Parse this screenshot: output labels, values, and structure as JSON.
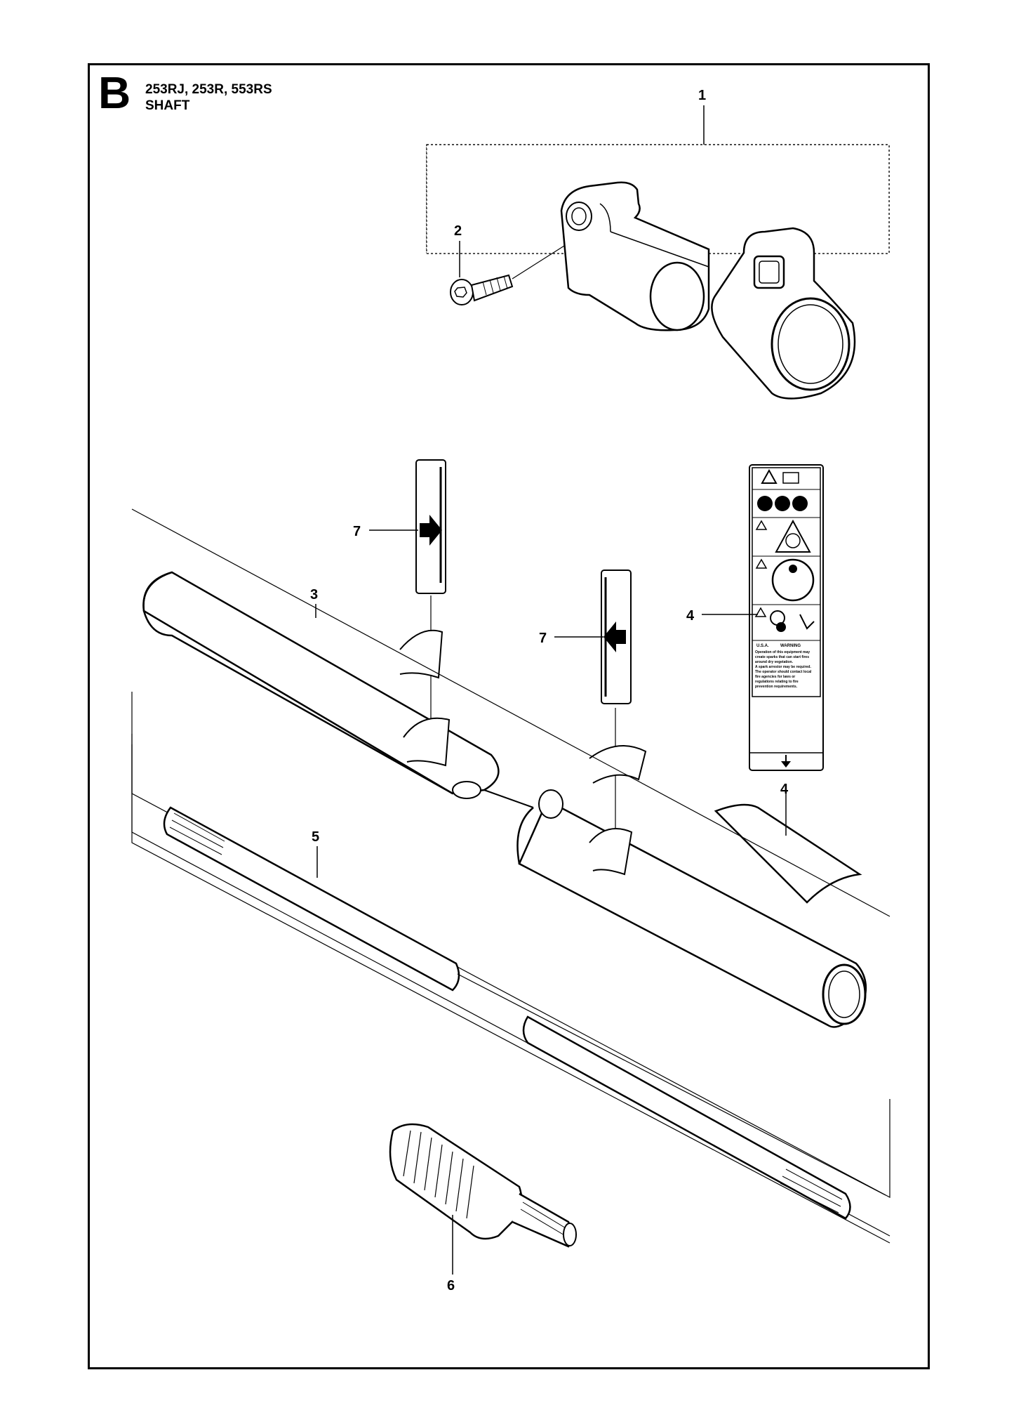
{
  "header": {
    "section_letter": "B",
    "models": "253RJ, 253R, 553RS",
    "title": "SHAFT"
  },
  "callouts": {
    "c1": "1",
    "c2": "2",
    "c3": "3",
    "c4a": "4",
    "c4b": "4",
    "c5": "5",
    "c6": "6",
    "c7a": "7",
    "c7b": "7"
  },
  "decal": {
    "brand_text": "U.S.A.",
    "warning_word": "WARNING",
    "warning_line1": "Operation of this equipment may",
    "warning_line2": "create sparks that can start fires",
    "warning_line3": "around dry vegetation.",
    "warning_line4": "A spark arrestor may be required.",
    "warning_line5": "The operator should contact local",
    "warning_line6": "fire agencies for laws or",
    "warning_line7": "regulations relating to fire",
    "warning_line8": "prevention requirements."
  },
  "colors": {
    "line": "#000000",
    "fill": "#ffffff",
    "shade": "#dddddd"
  }
}
